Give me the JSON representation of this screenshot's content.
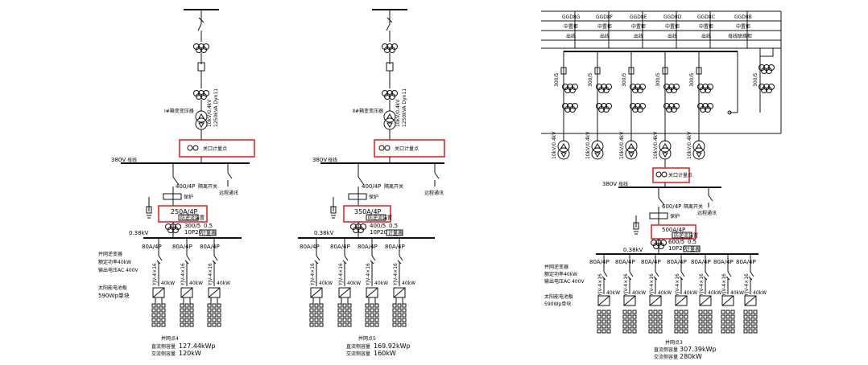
{
  "diagrams": [
    {
      "transformer_label": "Ⅰ#箱变变压器",
      "transformer_rating_1": "10kV/0.4kV",
      "transformer_rating_2": "1250kVA Dyn11",
      "metering_label": "关口计量点",
      "bus_label": "380V",
      "bus_sub": "母线",
      "switch_label": "400/4P",
      "switch_sub": "隔离开关",
      "aux_label": "远程通讯",
      "breaker_label": "250A/4P",
      "breaker_sub": "防逆流装置",
      "ct_label": "300/5",
      "ct_acc": "0.5",
      "ct_sub": "10P20",
      "ct_box": "计量表",
      "voltage_label": "0.38kV",
      "feeder_label": "80A/4P",
      "cable_label": "YJV-4×16",
      "inverter_label": "40kW",
      "feeders": 3,
      "footer_title": "并网点4",
      "footer_dc_label": "直流侧容量",
      "footer_dc_value": "127.44kWp",
      "footer_ac_label": "交流侧容量",
      "footer_ac_value": "120kW"
    },
    {
      "transformer_label": "Ⅱ#箱变变压器",
      "transformer_rating_1": "10kV/0.4kV",
      "transformer_rating_2": "1250kVA Dyn11",
      "metering_label": "关口计量点",
      "bus_label": "380V",
      "bus_sub": "母线",
      "switch_label": "400/4P",
      "switch_sub": "隔离开关",
      "aux_label": "远程通讯",
      "breaker_label": "350A/4P",
      "breaker_sub": "防逆流装置",
      "ct_label": "400/5",
      "ct_acc": "0.5",
      "ct_sub": "10P20",
      "ct_box": "计量表",
      "voltage_label": "0.38kV",
      "feeder_label": "80A/4P",
      "cable_label": "YJV-4×16",
      "inverter_label": "40kW",
      "feeders": 4,
      "footer_title": "并网点5",
      "footer_dc_label": "直流侧容量",
      "footer_dc_value": "169.92kWp",
      "footer_ac_label": "交流侧容量",
      "footer_ac_value": "160kW"
    },
    {
      "transformer_label": "",
      "metering_label": "关口计量点",
      "bus_label": "380V",
      "bus_sub": "母线",
      "switch_label": "600/4P",
      "switch_sub": "隔离开关",
      "aux_label": "远程通讯",
      "breaker_label": "500A/4P",
      "breaker_sub": "防逆流装置",
      "ct_label": "600/5",
      "ct_acc": "0.5",
      "ct_sub": "10P20",
      "ct_box": "计量表",
      "voltage_label": "0.38kV",
      "feeder_label": "80A/4P",
      "cable_label": "YJV-4×16",
      "inverter_label": "40kW",
      "feeders": 7,
      "footer_title": "并网点3",
      "footer_dc_label": "直流侧容量",
      "footer_dc_value": "307.39kWp",
      "footer_ac_label": "交流侧容量",
      "footer_ac_value": "280kW"
    }
  ],
  "legend": {
    "line1": "并网逆变器",
    "line2": "额定功率40kW",
    "line3": "输出电压AC 400V",
    "line4": "太阳能电池板",
    "line5": "590Wp单块"
  },
  "switchgear": {
    "cabinets": [
      "GGD8G",
      "GGD8F",
      "GGD8E",
      "GGD8D",
      "GGD8C",
      "GGD8B"
    ],
    "row2": [
      "中置柜",
      "中置柜",
      "中置柜",
      "中置柜",
      "中置柜",
      "中置柜"
    ],
    "row3": [
      "出线",
      "出线",
      "出线",
      "出线",
      "出线",
      "母线联络柜"
    ],
    "rating": "10kV/0.4kV",
    "ct": "300/5"
  },
  "colors": {
    "highlight": "#e8262b",
    "ink": "#111111"
  }
}
